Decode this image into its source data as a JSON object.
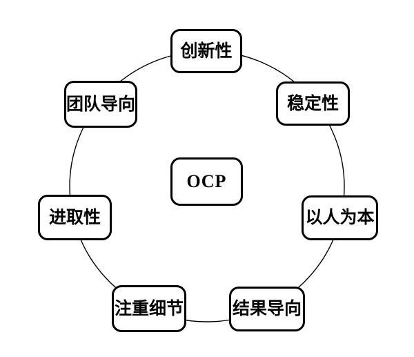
{
  "diagram": {
    "type": "circular-relationship",
    "center": {
      "id": "ocp",
      "label": "OCP"
    },
    "nodes": [
      {
        "id": "innovation",
        "label": "创新性",
        "position": "top"
      },
      {
        "id": "stability",
        "label": "稳定性",
        "position": "top-right"
      },
      {
        "id": "people-oriented",
        "label": "以人为本",
        "position": "right"
      },
      {
        "id": "result-oriented",
        "label": "结果导向",
        "position": "bottom-right"
      },
      {
        "id": "detail-focused",
        "label": "注重细节",
        "position": "bottom-left"
      },
      {
        "id": "enterprising",
        "label": "进取性",
        "position": "left"
      },
      {
        "id": "team-oriented",
        "label": "团队导向",
        "position": "top-left"
      }
    ],
    "colors": {
      "background": "#ffffff",
      "box_fill": "#ffffff",
      "box_border": "#000000",
      "circle_stroke": "#000000",
      "text": "#000000"
    }
  }
}
